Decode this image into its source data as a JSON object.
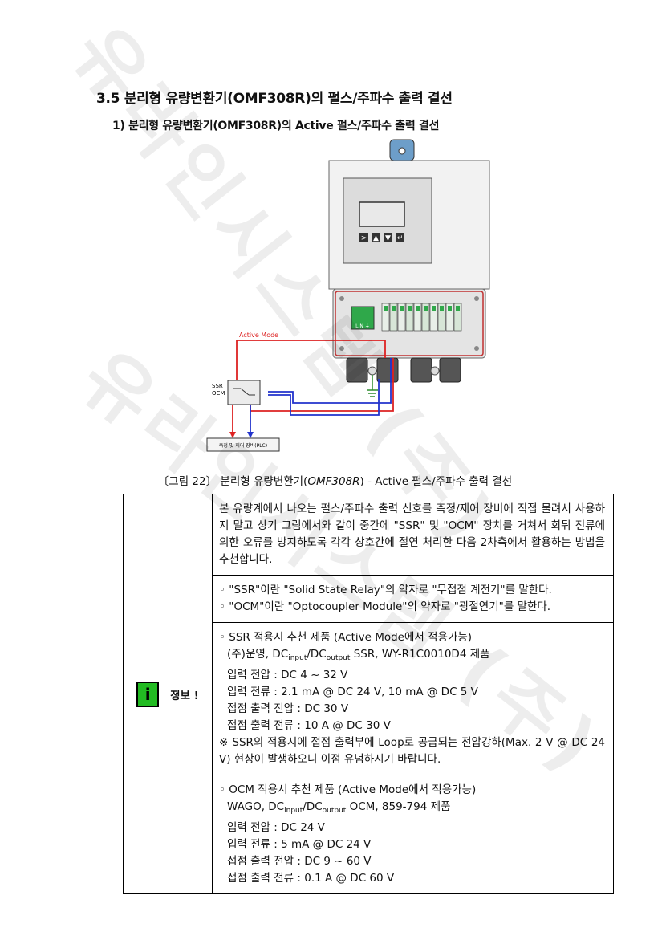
{
  "heading": "3.5 분리형 유량변환기(OMF308R)의 펄스/주파수 출력 결선",
  "subheading": "1) 분리형 유량변환기(OMF308R)의 Active 펄스/주파수 출력 결선",
  "diagram": {
    "active_mode_label": "Active Mode",
    "ssr_label": "SSR",
    "ocm_label": "OCM",
    "device_label": "측정 및 제어 장비(PLC)",
    "lnr_label": "L N ⏚",
    "keys": [
      ">",
      "▲",
      "▼",
      "↵"
    ]
  },
  "caption": {
    "prefix": "〔그림 22〕 분리형 유량변환기(",
    "model": "OMF308R",
    "suffix": ") - Active 펄스/주파수 출력 결선"
  },
  "info_box": {
    "icon_letter": "i",
    "label": "정보 !",
    "intro": "본 유량계에서 나오는 펄스/주파수 출력 신호를 측정/제어 장비에 직접 물려서 사용하지 말고 상기 그림에서와 같이 중간에 \"SSR\" 및 \"OCM\" 장치를 거쳐서 회뒤 전류에 의한 오류를 방지하도록 각각 상호간에 절연 처리한 다음 2차측에서 활용하는 방법을 추천합니다.",
    "defs": [
      "◦ \"SSR\"이란 \"Solid State Relay\"의 약자로 \"무접점 계전기\"를 말한다.",
      "◦ \"OCM\"이란 \"Optocoupler Module\"의 약자로 \"광절연기\"를 말한다."
    ],
    "ssr": {
      "title": "◦ SSR 적용시 추천 제품 (Active Mode에서 적용가능)",
      "product_prefix": "(주)운영, DC",
      "sub_in": "input",
      "sep": "/DC",
      "sub_out": "output",
      "product_suffix": " SSR, WY-R1C0010D4 제품",
      "specs": [
        "입력 전압 : DC 4 ~ 32 V",
        "입력 전류 : 2.1 mA @ DC 24 V, 10 mA @ DC 5 V",
        "접점 출력 전압 : DC 30 V",
        "접점 출력 전류 : 10 A @ DC 30 V"
      ],
      "note": "※ SSR의 적용시에 접점 출력부에 Loop로 공급되는 전압강하(Max. 2 V @ DC 24 V) 현상이 발생하오니 이점 유념하시기 바랍니다."
    },
    "ocm": {
      "title": "◦ OCM 적용시 추천 제품 (Active Mode에서 적용가능)",
      "product_prefix": "WAGO, DC",
      "sub_in": "input",
      "sep": "/DC",
      "sub_out": "output",
      "product_suffix": " OCM, 859-794 제품",
      "specs": [
        "입력 전압 : DC 24 V",
        "입력 전류 : 5 mA @ DC 24 V",
        "접점 출력 전압 : DC 9 ~ 60 V",
        "접점 출력 전류 : 0.1 A @ DC 60 V"
      ]
    }
  },
  "watermark": "유라인시스템 (주)"
}
